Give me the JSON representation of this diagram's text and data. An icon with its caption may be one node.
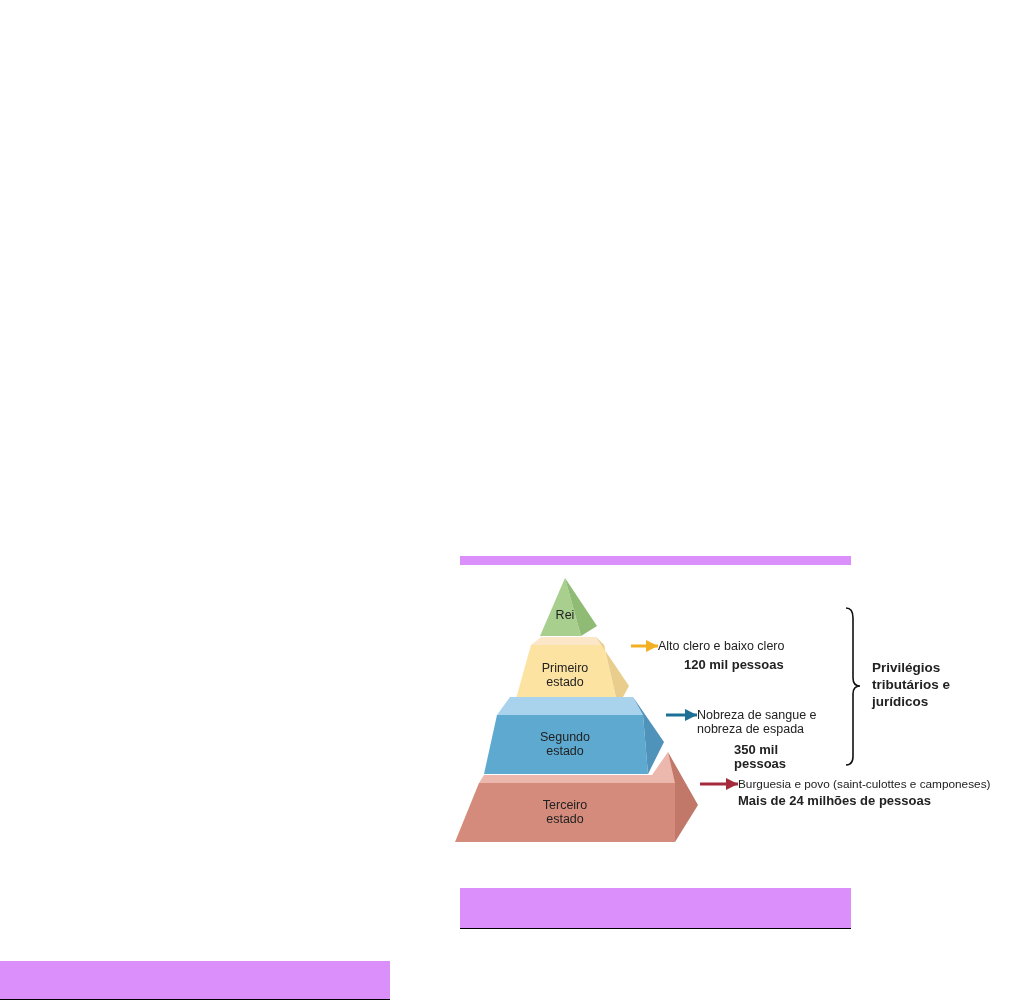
{
  "diagram": {
    "nodes": [
      {
        "text": [
          "Rei"
        ]
      },
      {
        "text": [
          "Primeiro estado"
        ]
      },
      {
        "text": [
          "Segundo estado"
        ]
      },
      {
        "text": [
          "Terceiro estado"
        ]
      },
      {
        "text": [
          "Alto clero e baixo clero",
          "120 mil pessoas"
        ]
      },
      {
        "text": [
          "Nobreza de sangue e nobreza de espada",
          "350 mil pessoas"
        ]
      },
      {
        "text": [
          "Burguesia e povo (saint-culottes e camponeses)",
          "Mais de 24 milhões de pessoas"
        ]
      }
    ],
    "edges": [
      {
        "from": 1,
        "to": 4,
        "arrow": "to",
        "color": "#f2b125"
      },
      {
        "from": 2,
        "to": 5,
        "arrow": "to",
        "color": "#1d6f96"
      },
      {
        "from": 3,
        "to": 6,
        "arrow": "to",
        "color": "#a52a3c"
      }
    ],
    "labels": [
      "Privilégios tributários e jurídicos"
    ]
  }
}
